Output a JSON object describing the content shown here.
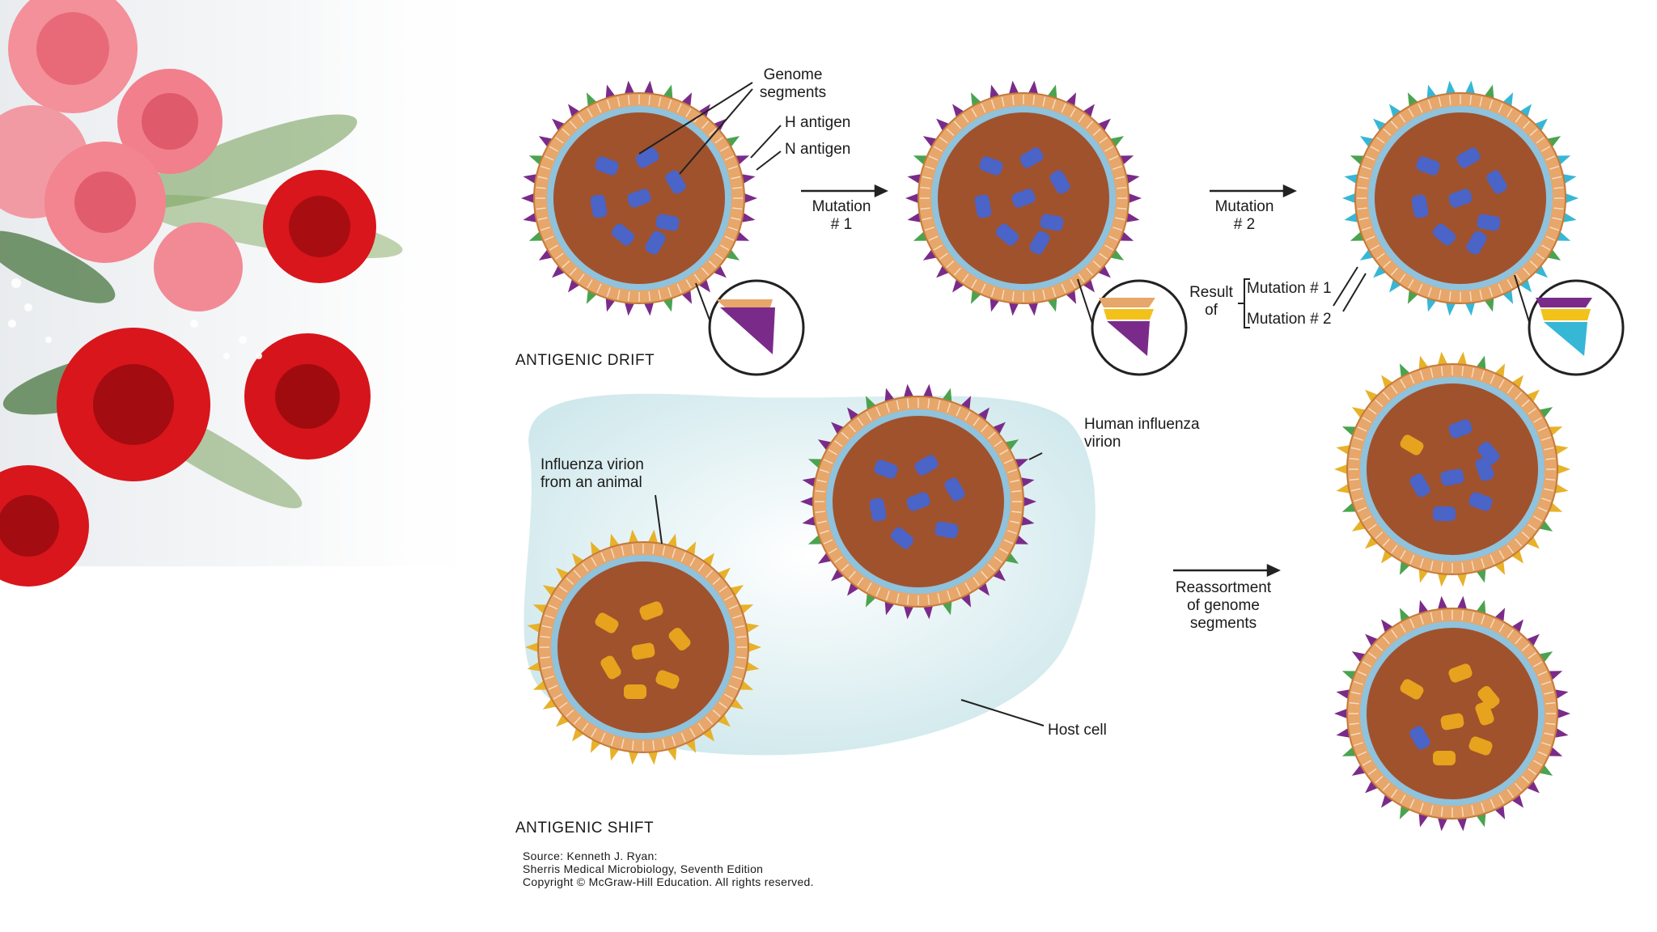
{
  "labels": {
    "genome_segments": [
      "Genome",
      "segments"
    ],
    "h_antigen": "H antigen",
    "n_antigen": "N antigen",
    "mutation1": [
      "Mutation",
      "# 1"
    ],
    "mutation2": [
      "Mutation",
      "# 2"
    ],
    "result_of": [
      "Result",
      "of"
    ],
    "result_items": [
      "Mutation # 1",
      "Mutation # 2"
    ],
    "antigenic_drift": "ANTIGENIC DRIFT",
    "human_virion": [
      "Human influenza",
      "virion"
    ],
    "animal_virion": [
      "Influenza virion",
      "from an animal"
    ],
    "reassortment": [
      "Reassortment",
      "of genome",
      "segments"
    ],
    "host_cell": "Host cell",
    "antigenic_shift": "ANTIGENIC SHIFT"
  },
  "source": [
    "Source: Kenneth J. Ryan:",
    "Sherris Medical Microbiology, Seventh Edition",
    "Copyright © McGraw-Hill Education. All rights reserved."
  ],
  "colors": {
    "membrane": "#e7a66a",
    "interior": "#a0522d",
    "capsid_ring": "#8fc2dc",
    "h_spike": "#7a2b8a",
    "n_spike": "#4aa34f",
    "human_segment": "#4a64c8",
    "animal_segment": "#e7a21e",
    "mutant_spike": "#37b7d6",
    "host_cell": "#cfe8ec",
    "rose_red": "#d8161c",
    "rose_pink": "#f07a86"
  }
}
